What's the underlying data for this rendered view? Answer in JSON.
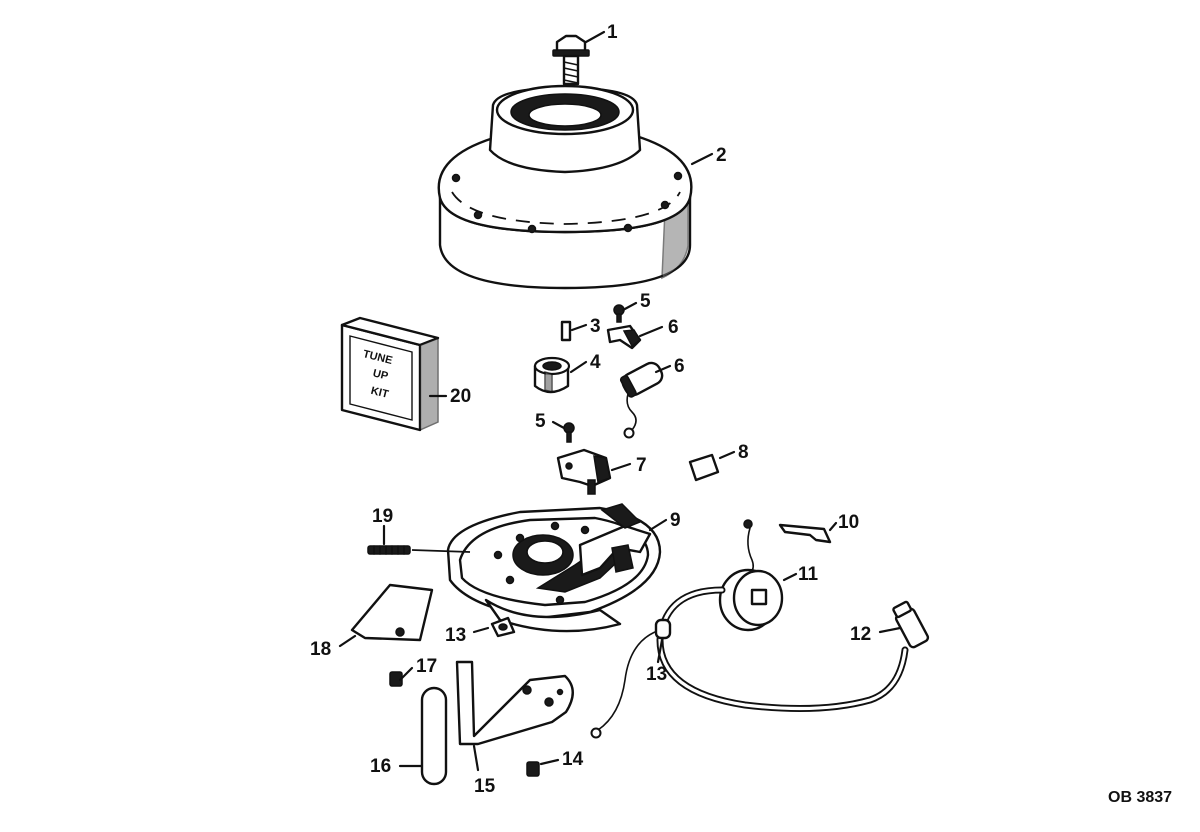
{
  "diagram": {
    "drawing_code": "OB 3837",
    "kit_text": [
      "TUNE",
      "UP",
      "KIT"
    ],
    "callouts": [
      "1",
      "2",
      "3",
      "4",
      "5",
      "5",
      "6",
      "6",
      "7",
      "8",
      "9",
      "10",
      "11",
      "12",
      "13",
      "13",
      "14",
      "15",
      "16",
      "17",
      "18",
      "19",
      "20"
    ]
  }
}
